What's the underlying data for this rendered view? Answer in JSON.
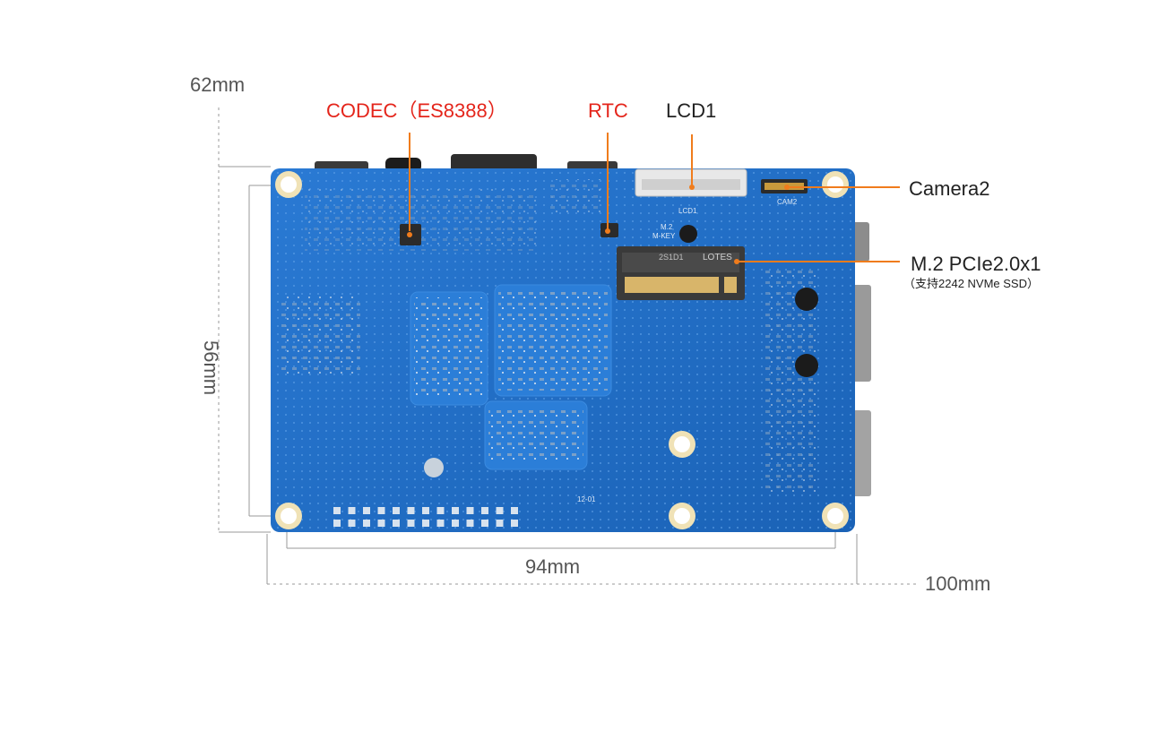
{
  "dimensions": {
    "height_total": "62mm",
    "height_holes": "56mm",
    "width_holes": "94mm",
    "width_total": "100mm"
  },
  "callouts": {
    "codec": "CODEC（ES8388）",
    "rtc": "RTC",
    "lcd1": "LCD1",
    "camera2": "Camera2",
    "m2_title": "M.2 PCIe2.0x1",
    "m2_note": "（支持2242 NVMe SSD）"
  },
  "silkscreen": {
    "lcd1": "LCD1",
    "m2": "M.2",
    "m2_key": "M-KEY",
    "cam2": "CAM2",
    "m2_socket_brand": "LOTES",
    "m2_socket_code": "2S1D1",
    "board_rev": "12-01"
  },
  "colors": {
    "callout_red": "#e4251b",
    "leader_orange": "#f07c1c",
    "board_blue": "#1f6fc8",
    "dimension_gray": "#9a9a9a"
  }
}
